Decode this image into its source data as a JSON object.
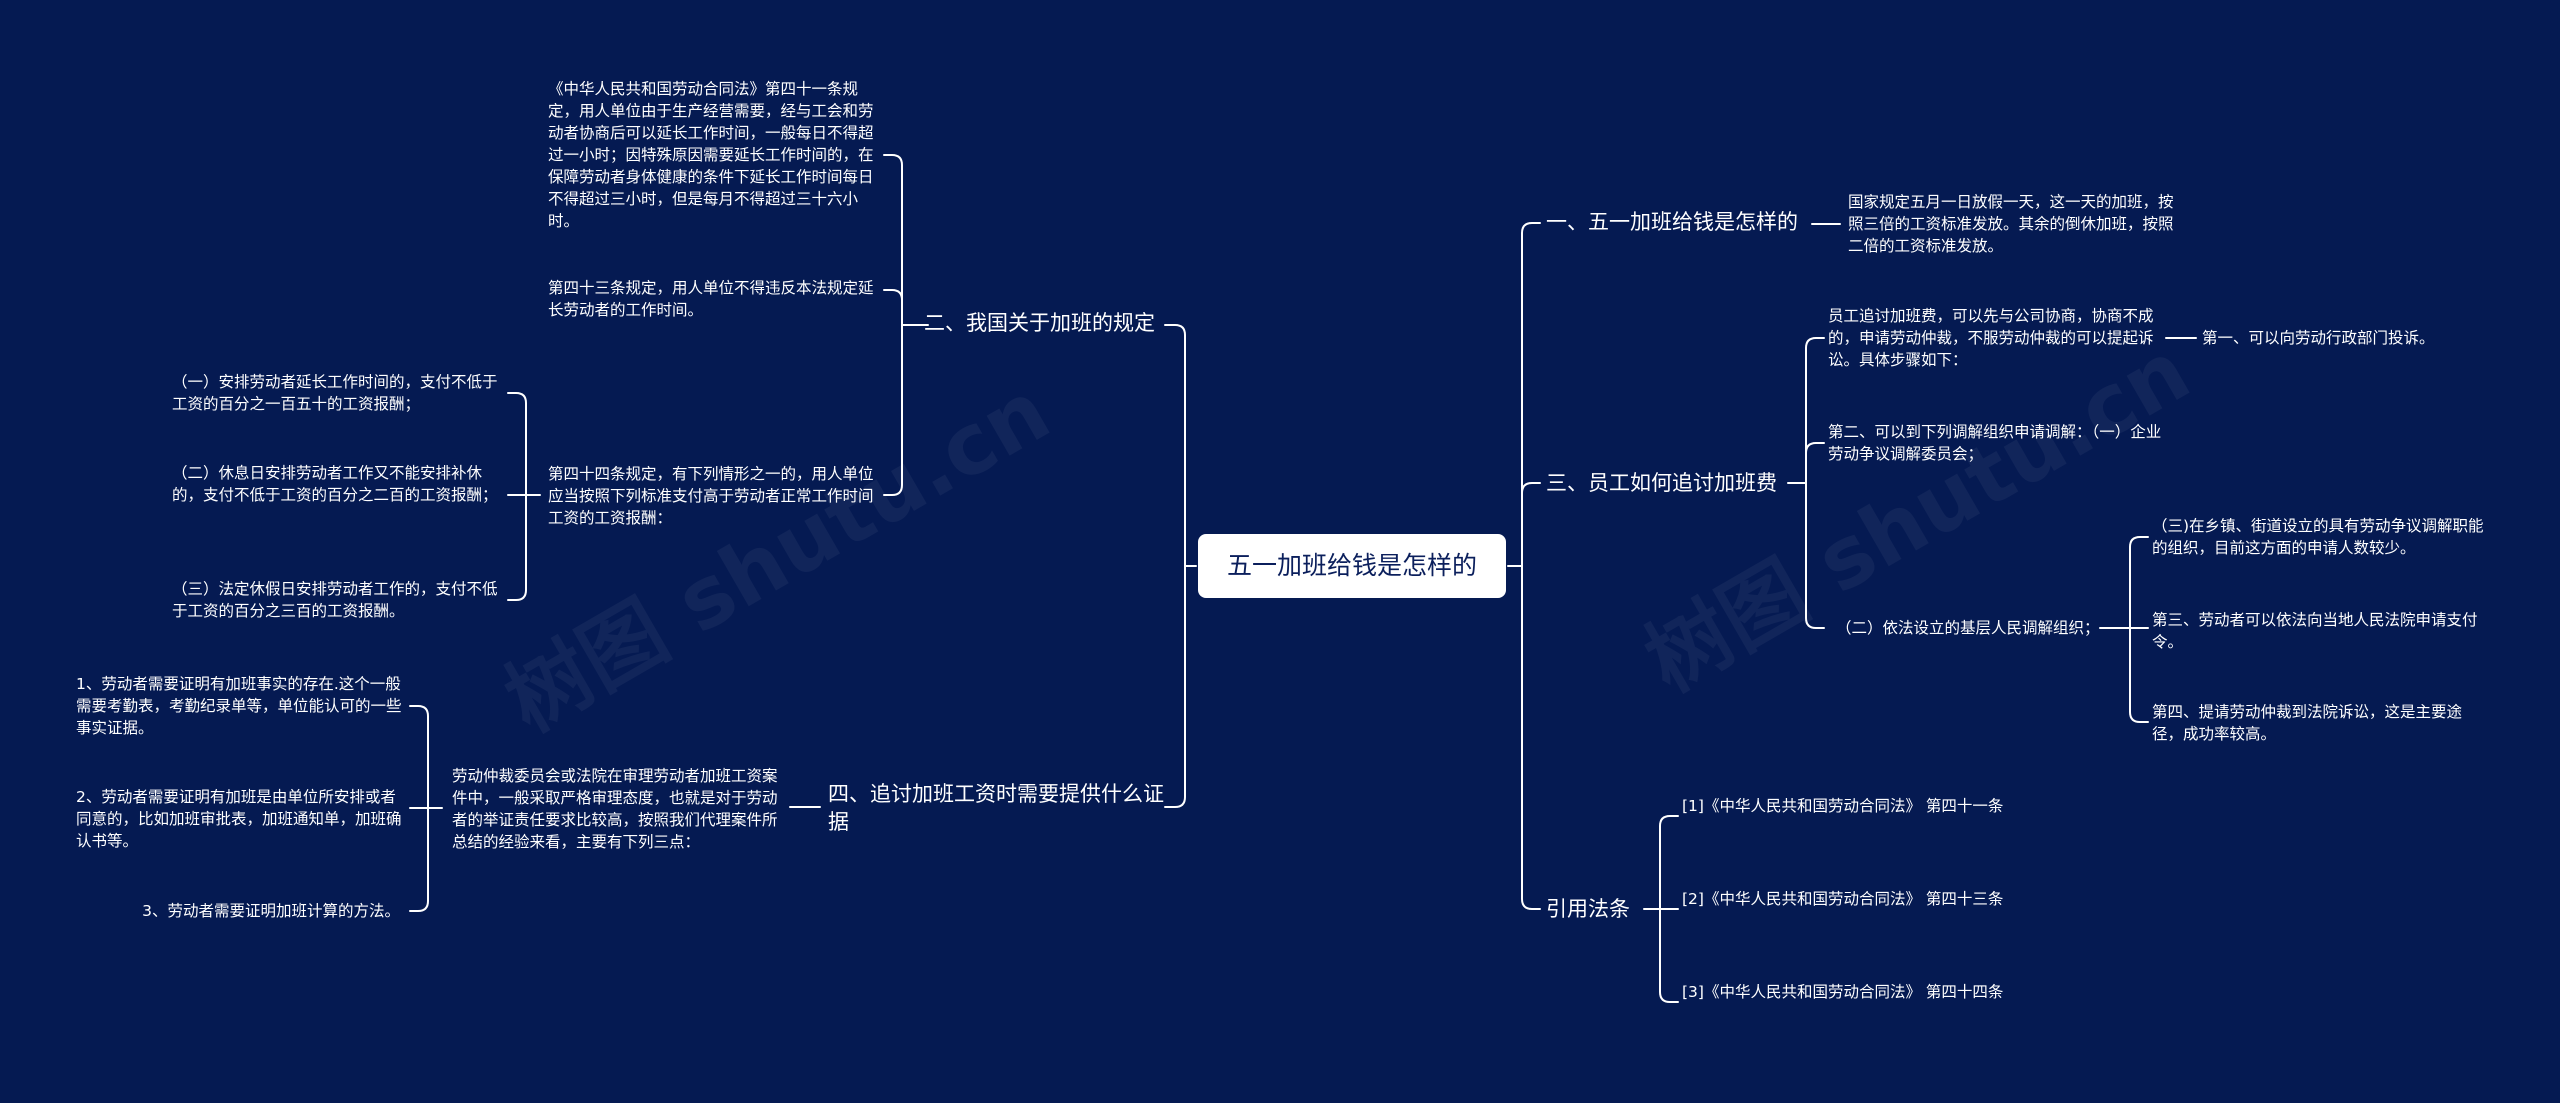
{
  "watermark": "树图 shutu.cn",
  "root": "五一加班给钱是怎样的",
  "left": {
    "rules": {
      "label": "二、我国关于加班的规定",
      "article41": "《中华人民共和国劳动合同法》第四十一条规定，用人单位由于生产经营需要，经与工会和劳动者协商后可以延长工作时间，一般每日不得超过一小时；因特殊原因需要延长工作时间的，在保障劳动者身体健康的条件下延长工作时间每日不得超过三小时，但是每月不得超过三十六小时。",
      "article43": "第四十三条规定，用人单位不得违反本法规定延长劳动者的工作时间。",
      "article44": "第四十四条规定，有下列情形之一的，用人单位应当按照下列标准支付高于劳动者正常工作时间工资的工资报酬：",
      "article44_items": [
        "（一）安排劳动者延长工作时间的，支付不低于工资的百分之一百五十的工资报酬；",
        "（二）休息日安排劳动者工作又不能安排补休的，支付不低于工资的百分之二百的工资报酬；",
        "（三）法定休假日安排劳动者工作的，支付不低于工资的百分之三百的工资报酬。"
      ]
    },
    "evidence": {
      "label": "四、追讨加班工资时需要提供什么证据",
      "intro": "劳动仲裁委员会或法院在审理劳动者加班工资案件中，一般采取严格审理态度，也就是对于劳动者的举证责任要求比较高，按照我们代理案件所总结的经验来看，主要有下列三点：",
      "points": [
        "1、劳动者需要证明有加班事实的存在.这个一般需要考勤表，考勤纪录单等，单位能认可的一些事实证据。",
        "2、劳动者需要证明有加班是由单位所安排或者同意的，比如加班审批表，加班通知单，加班确认书等。",
        "3、劳动者需要证明加班计算的方法。"
      ]
    }
  },
  "right": {
    "pay": {
      "label": "一、五一加班给钱是怎样的",
      "detail": "国家规定五月一日放假一天，这一天的加班，按照三倍的工资标准发放。其余的倒休加班，按照二倍的工资标准发放。"
    },
    "claim": {
      "label": "三、员工如何追讨加班费",
      "step_intro": "员工追讨加班费，可以先与公司协商，协商不成的，申请劳动仲裁，不服劳动仲裁的可以提起诉讼。具体步骤如下：",
      "step1": "第一、可以向劳动行政部门投诉。",
      "step2": "第二、可以到下列调解组织申请调解：（一）企业劳动争议调解委员会；",
      "mediation": "（二）依法设立的基层人民调解组织；",
      "mediation_items": [
        "（三)在乡镇、街道设立的具有劳动争议调解职能的组织，目前这方面的申请人数较少。",
        "第三、劳动者可以依法向当地人民法院申请支付令。",
        "第四、提请劳动仲裁到法院诉讼，这是主要途径，成功率较高。"
      ]
    },
    "laws": {
      "label": "引用法条",
      "items": [
        "[1]《中华人民共和国劳动合同法》 第四十一条",
        "[2]《中华人民共和国劳动合同法》 第四十三条",
        "[3]《中华人民共和国劳动合同法》 第四十四条"
      ]
    }
  }
}
